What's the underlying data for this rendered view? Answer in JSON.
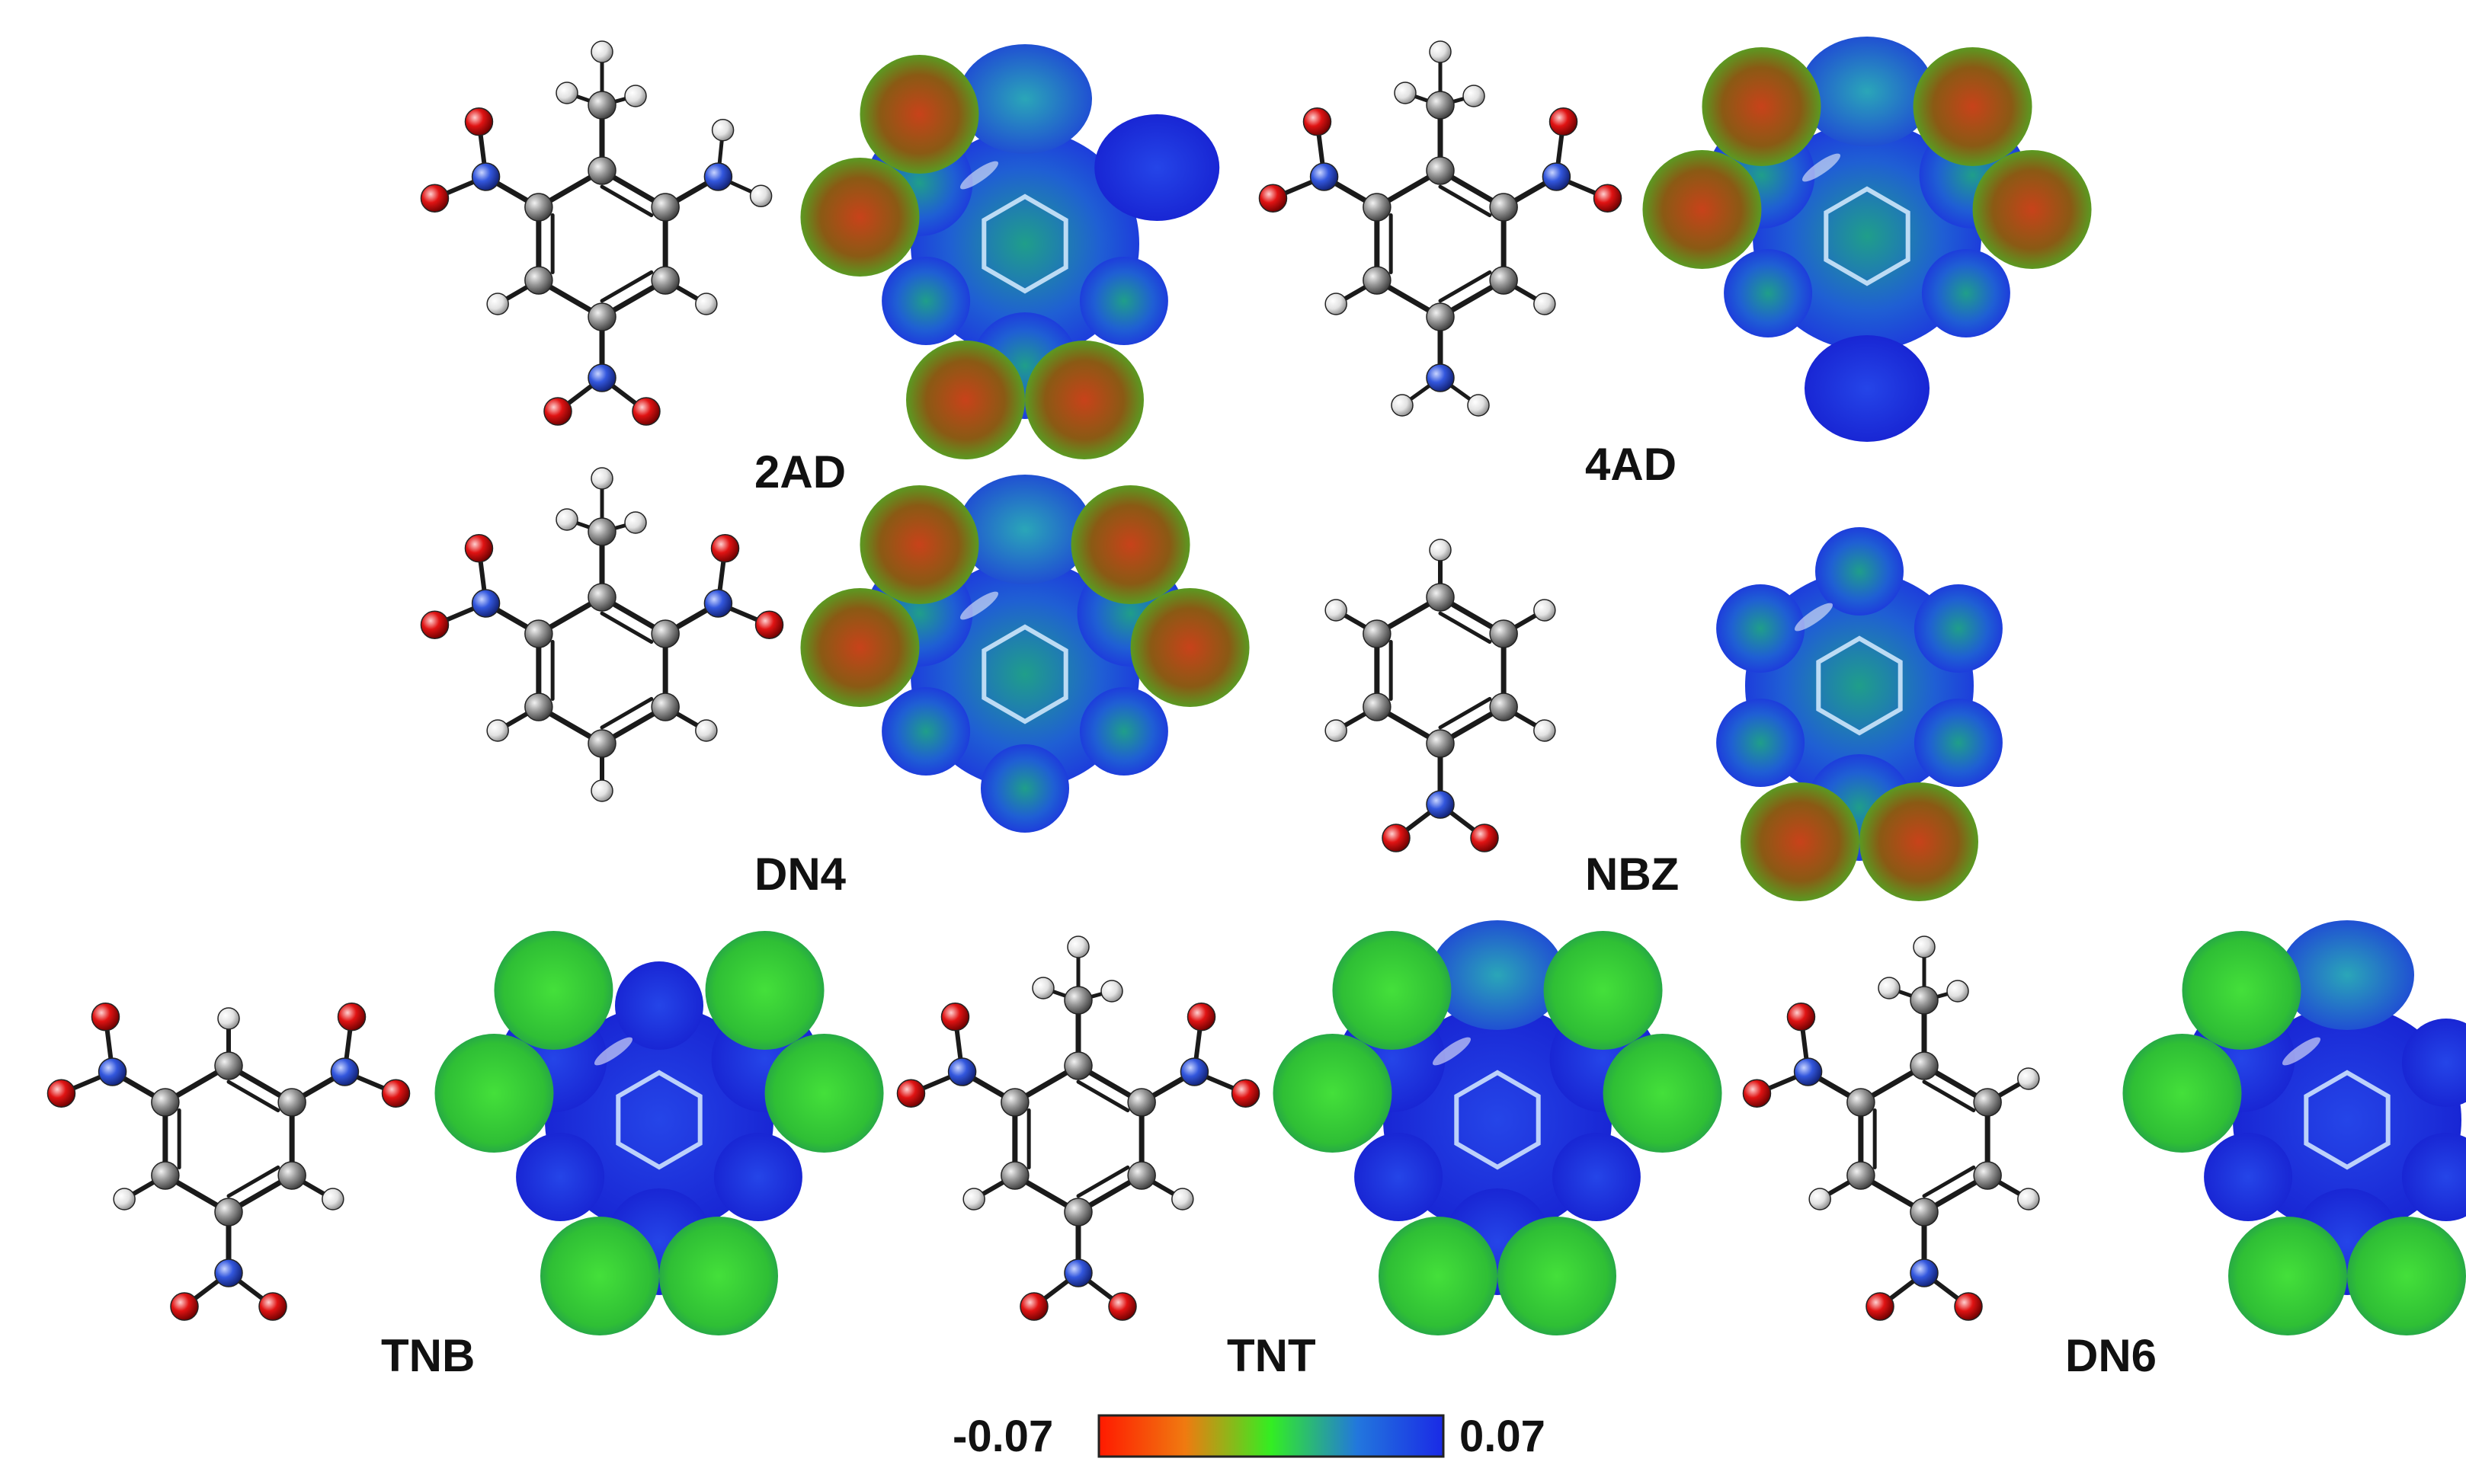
{
  "molecules": [
    {
      "id": "2AD",
      "label": "2AD",
      "substituents": [
        "CH3",
        "NH2",
        "H",
        "NO2",
        "H",
        "NO2"
      ]
    },
    {
      "id": "4AD",
      "label": "4AD",
      "substituents": [
        "CH3",
        "NO2",
        "H",
        "NH2",
        "H",
        "NO2"
      ]
    },
    {
      "id": "DN4",
      "label": "DN4",
      "substituents": [
        "CH3",
        "NO2",
        "H",
        "H",
        "H",
        "NO2"
      ]
    },
    {
      "id": "NBZ",
      "label": "NBZ",
      "substituents": [
        "H",
        "H",
        "H",
        "NO2",
        "H",
        "H"
      ]
    },
    {
      "id": "TNB",
      "label": "TNB",
      "substituents": [
        "H",
        "NO2",
        "H",
        "NO2",
        "H",
        "NO2"
      ]
    },
    {
      "id": "TNT",
      "label": "TNT",
      "substituents": [
        "CH3",
        "NO2",
        "H",
        "NO2",
        "H",
        "NO2"
      ]
    },
    {
      "id": "DN6",
      "label": "DN6",
      "substituents": [
        "CH3",
        "H",
        "H",
        "NO2",
        "H",
        "NO2"
      ]
    }
  ],
  "colorbar": {
    "min_label": "-0.07",
    "max_label": "0.07",
    "colors": [
      "#ff1a00",
      "#f07a10",
      "#33ee22",
      "#2277dd",
      "#1a2ae6"
    ]
  },
  "atom_colors": {
    "C": "#8c8c8c",
    "H": "#eeeeee",
    "N": "#2f54d6",
    "O": "#e01313"
  },
  "esp_colors": {
    "positive": "#1f2ee0",
    "mid": "#1f9a6a",
    "negative_green": "#3dd43a",
    "negative_red": "#b83a12"
  }
}
